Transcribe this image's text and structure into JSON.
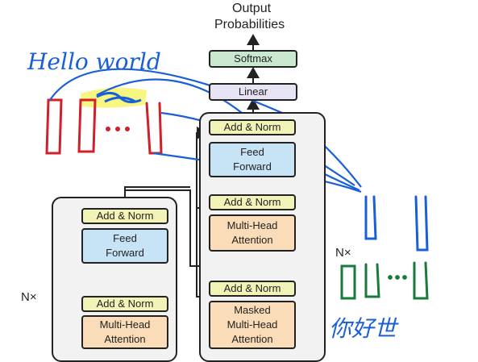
{
  "decoder_stack": {
    "output_label_line1": "Output",
    "output_label_line2": "Probabilities",
    "softmax": "Softmax",
    "linear": "Linear",
    "add_norm": "Add & Norm",
    "feed_forward_line1": "Feed",
    "feed_forward_line2": "Forward",
    "multi_head_line1": "Multi-Head",
    "multi_head_line2": "Attention",
    "masked_line1": "Masked",
    "masked_line2": "Multi-Head",
    "masked_line3": "Attention",
    "nx": "N×"
  },
  "encoder_stack": {
    "add_norm": "Add & Norm",
    "feed_forward_line1": "Feed",
    "feed_forward_line2": "Forward",
    "multi_head_line1": "Multi-Head",
    "multi_head_line2": "Attention",
    "nx": "N×"
  },
  "annotations": {
    "english": "Hello world",
    "chinese": "你好世"
  },
  "colors": {
    "add_norm": "#f1f4b6",
    "feed_forward": "#c6e4f6",
    "attention": "#fbdcb8",
    "linear": "#e7e3f4",
    "softmax": "#c9e8cf",
    "ink_blue": "#1b5fd6",
    "ink_red": "#d0202a",
    "ink_green": "#1a7a3c",
    "ink_orange": "#e67e22",
    "highlight": "#f5f56a"
  }
}
